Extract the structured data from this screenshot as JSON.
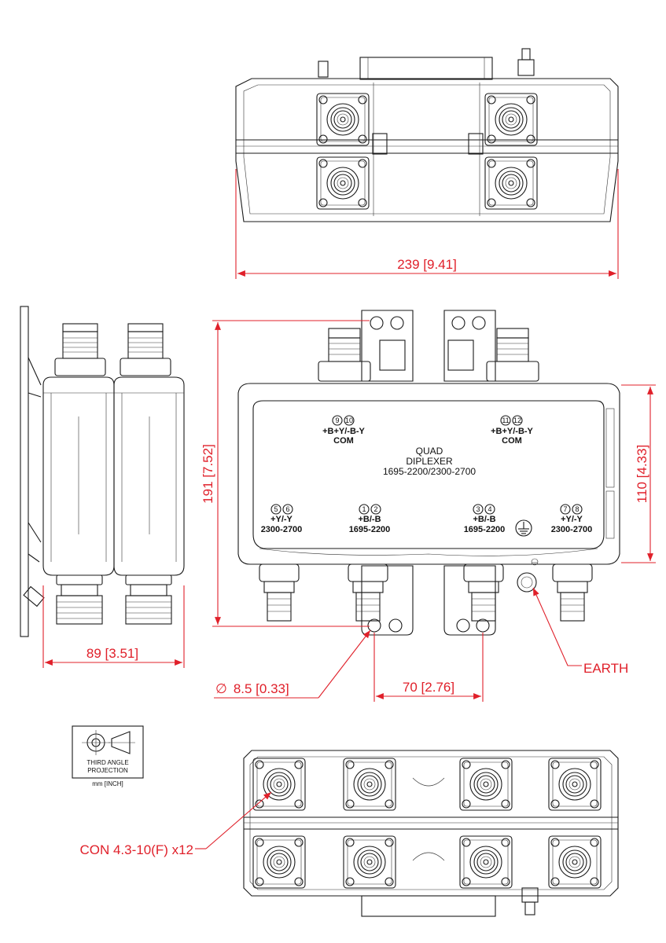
{
  "colors": {
    "dimension": "#e0202a",
    "linework": "#1a1a1a",
    "background": "#ffffff"
  },
  "dimensions": {
    "width": "239 [9.41]",
    "height": "191 [7.52]",
    "body_height": "110 [4.33]",
    "depth": "89 [3.51]",
    "hole_spacing": "70 [2.76]",
    "hole_diameter": "8.5 [0.33]",
    "diameter_symbol": "∅"
  },
  "callouts": {
    "earth": "EARTH",
    "connectors": "CON 4.3-10(F) x12"
  },
  "front_panel": {
    "title_lines": [
      "QUAD",
      "DIPLEXER",
      "1695-2200/2300-2700"
    ],
    "ports": [
      {
        "nums": [
          "9",
          "10"
        ],
        "line1": "+B+Y/-B-Y",
        "line2": "COM"
      },
      {
        "nums": [
          "11",
          "12"
        ],
        "line1": "+B+Y/-B-Y",
        "line2": "COM"
      },
      {
        "nums": [
          "5",
          "6"
        ],
        "line1": "+Y/-Y",
        "line2": "2300-2700"
      },
      {
        "nums": [
          "1",
          "2"
        ],
        "line1": "+B/-B",
        "line2": "1695-2200"
      },
      {
        "nums": [
          "3",
          "4"
        ],
        "line1": "+B/-B",
        "line2": "1695-2200"
      },
      {
        "nums": [
          "7",
          "8"
        ],
        "line1": "+Y/-Y",
        "line2": "2300-2700"
      }
    ]
  },
  "projection_box": {
    "line1": "THIRD ANGLE",
    "line2": "PROJECTION",
    "units": "mm [INCH]"
  }
}
